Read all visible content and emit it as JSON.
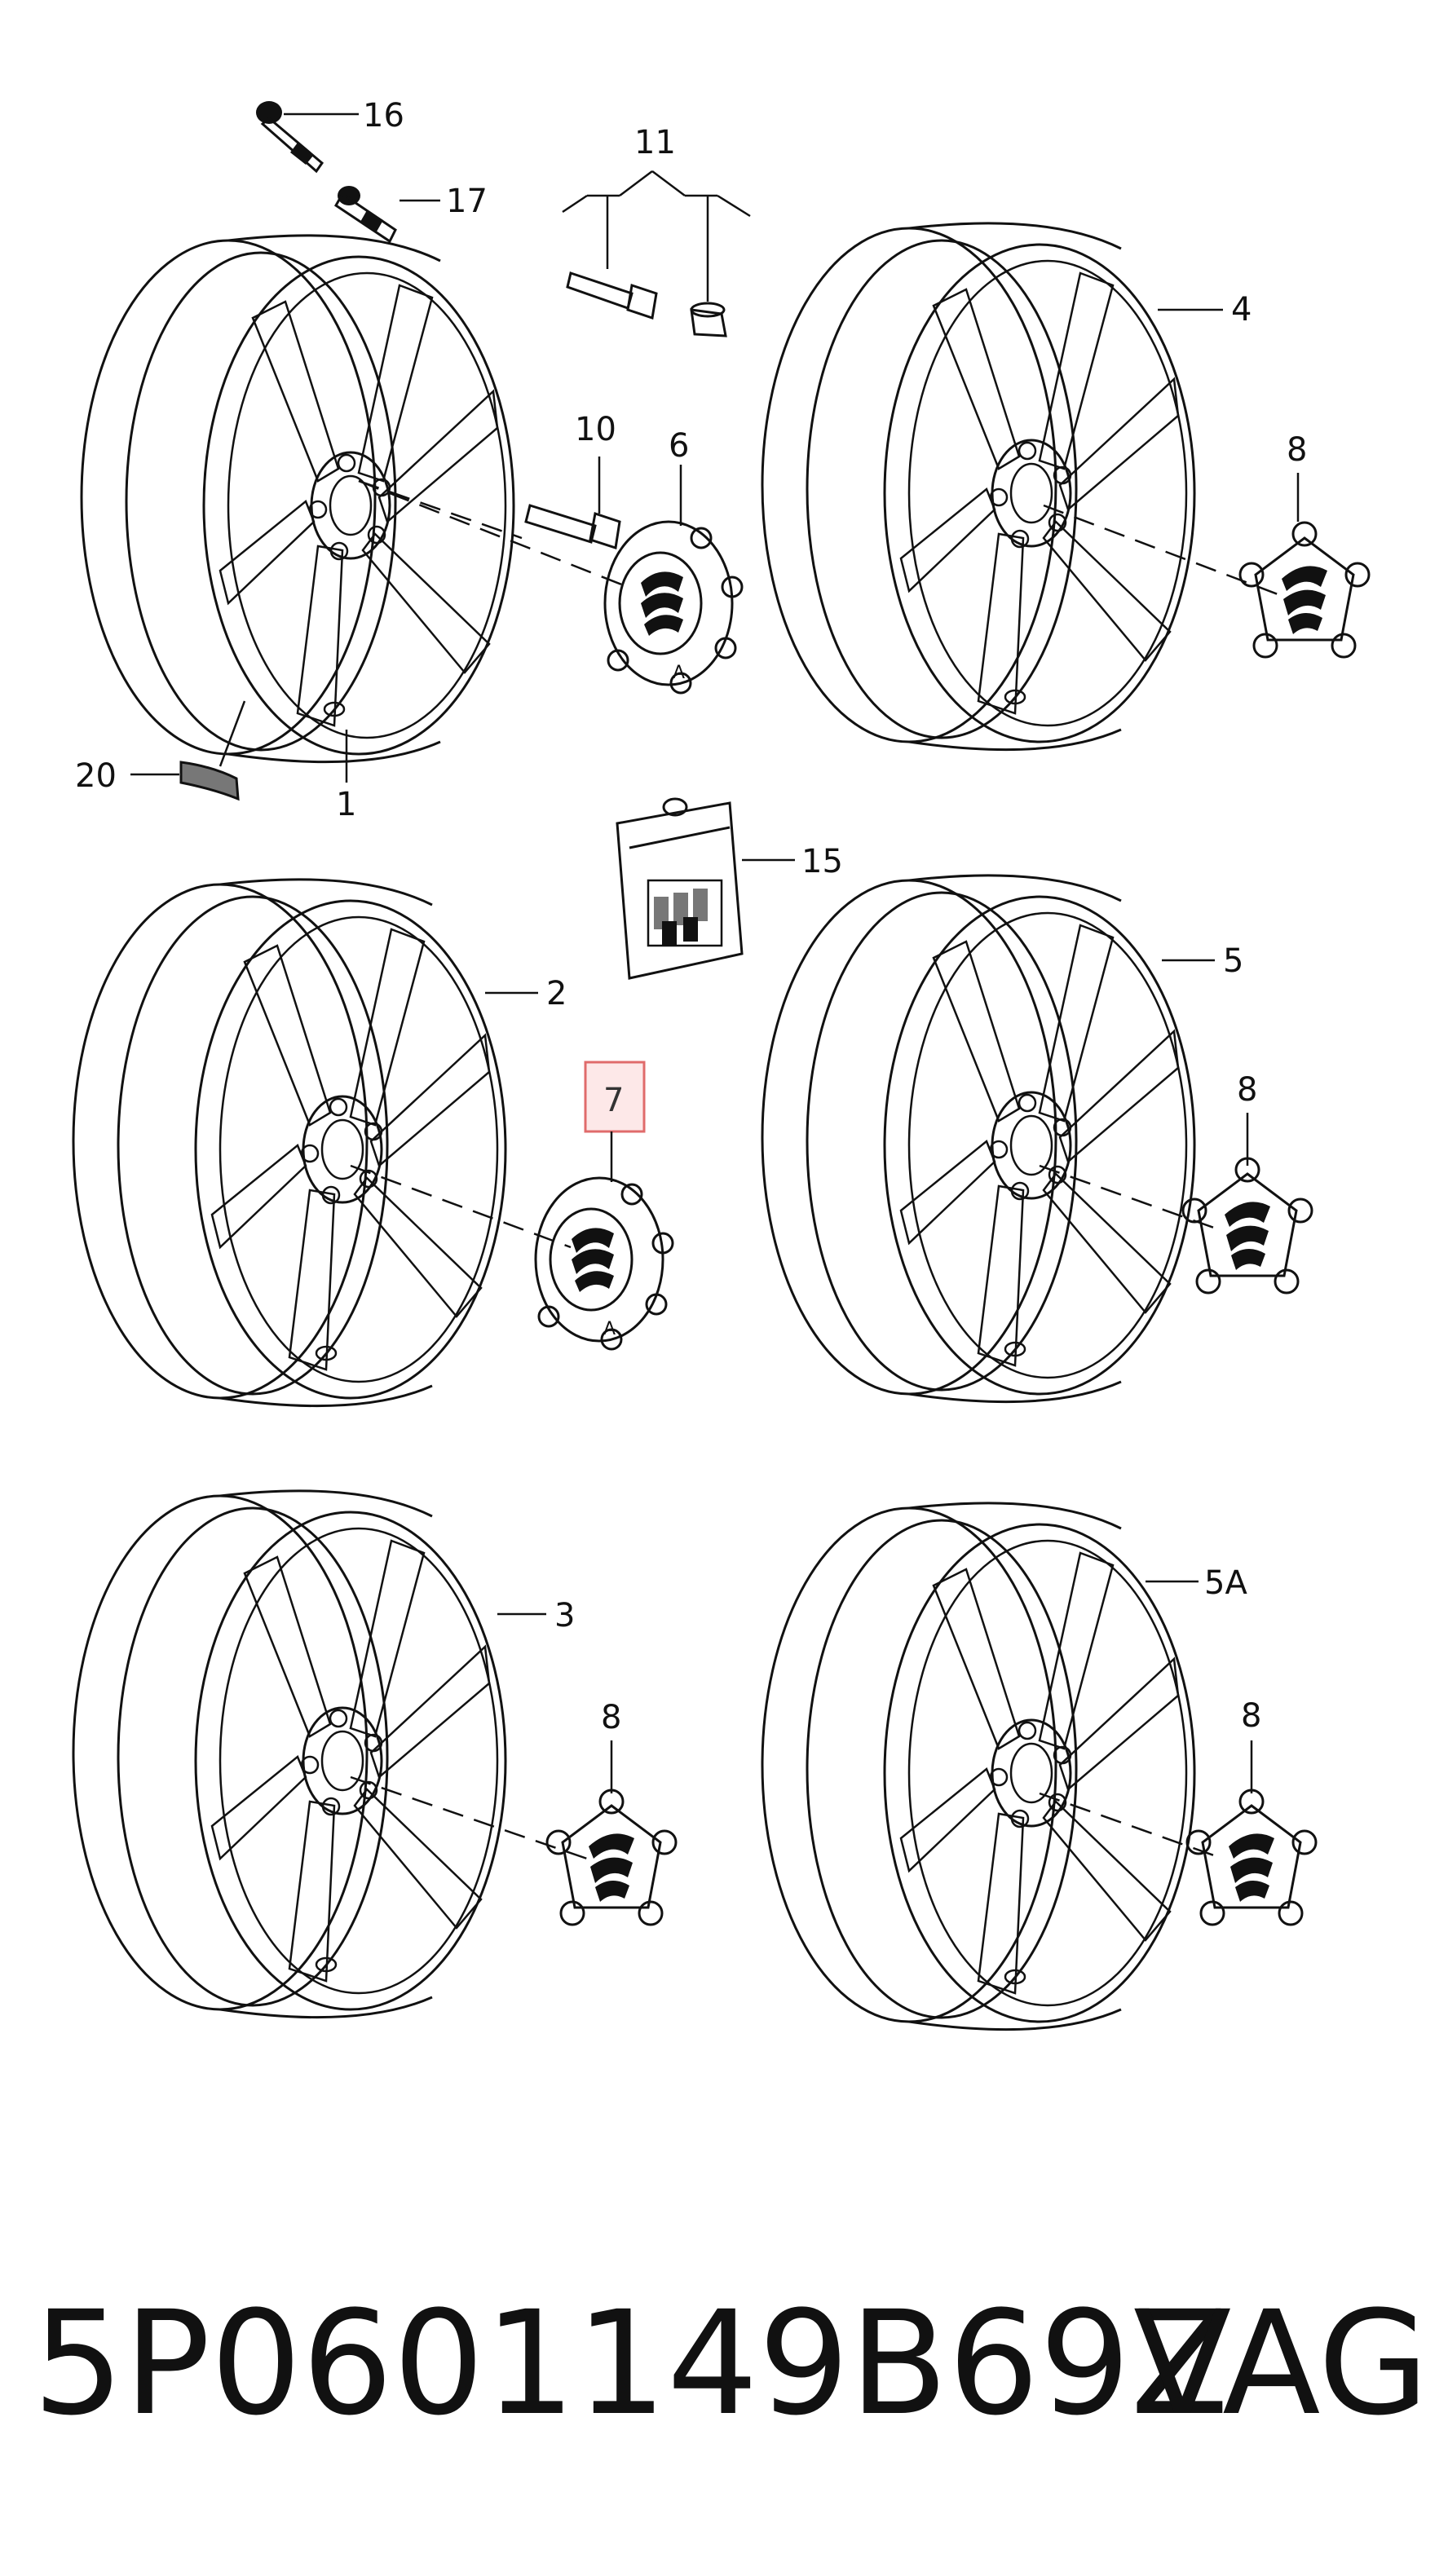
{
  "callouts": {
    "c16": "16",
    "c17": "17",
    "c11": "11",
    "c4": "4",
    "c10": "10",
    "c6": "6",
    "c8a": "8",
    "c20": "20",
    "c1": "1",
    "c15": "15",
    "c2": "2",
    "c5": "5",
    "c7": "7",
    "c8b": "8",
    "c3": "3",
    "c5a": "5A",
    "c8c": "8",
    "c8d": "8"
  },
  "highlight_color": "#e06b6b",
  "footer": {
    "part_number": "5P0601149B69Z",
    "brand": "VAG"
  }
}
